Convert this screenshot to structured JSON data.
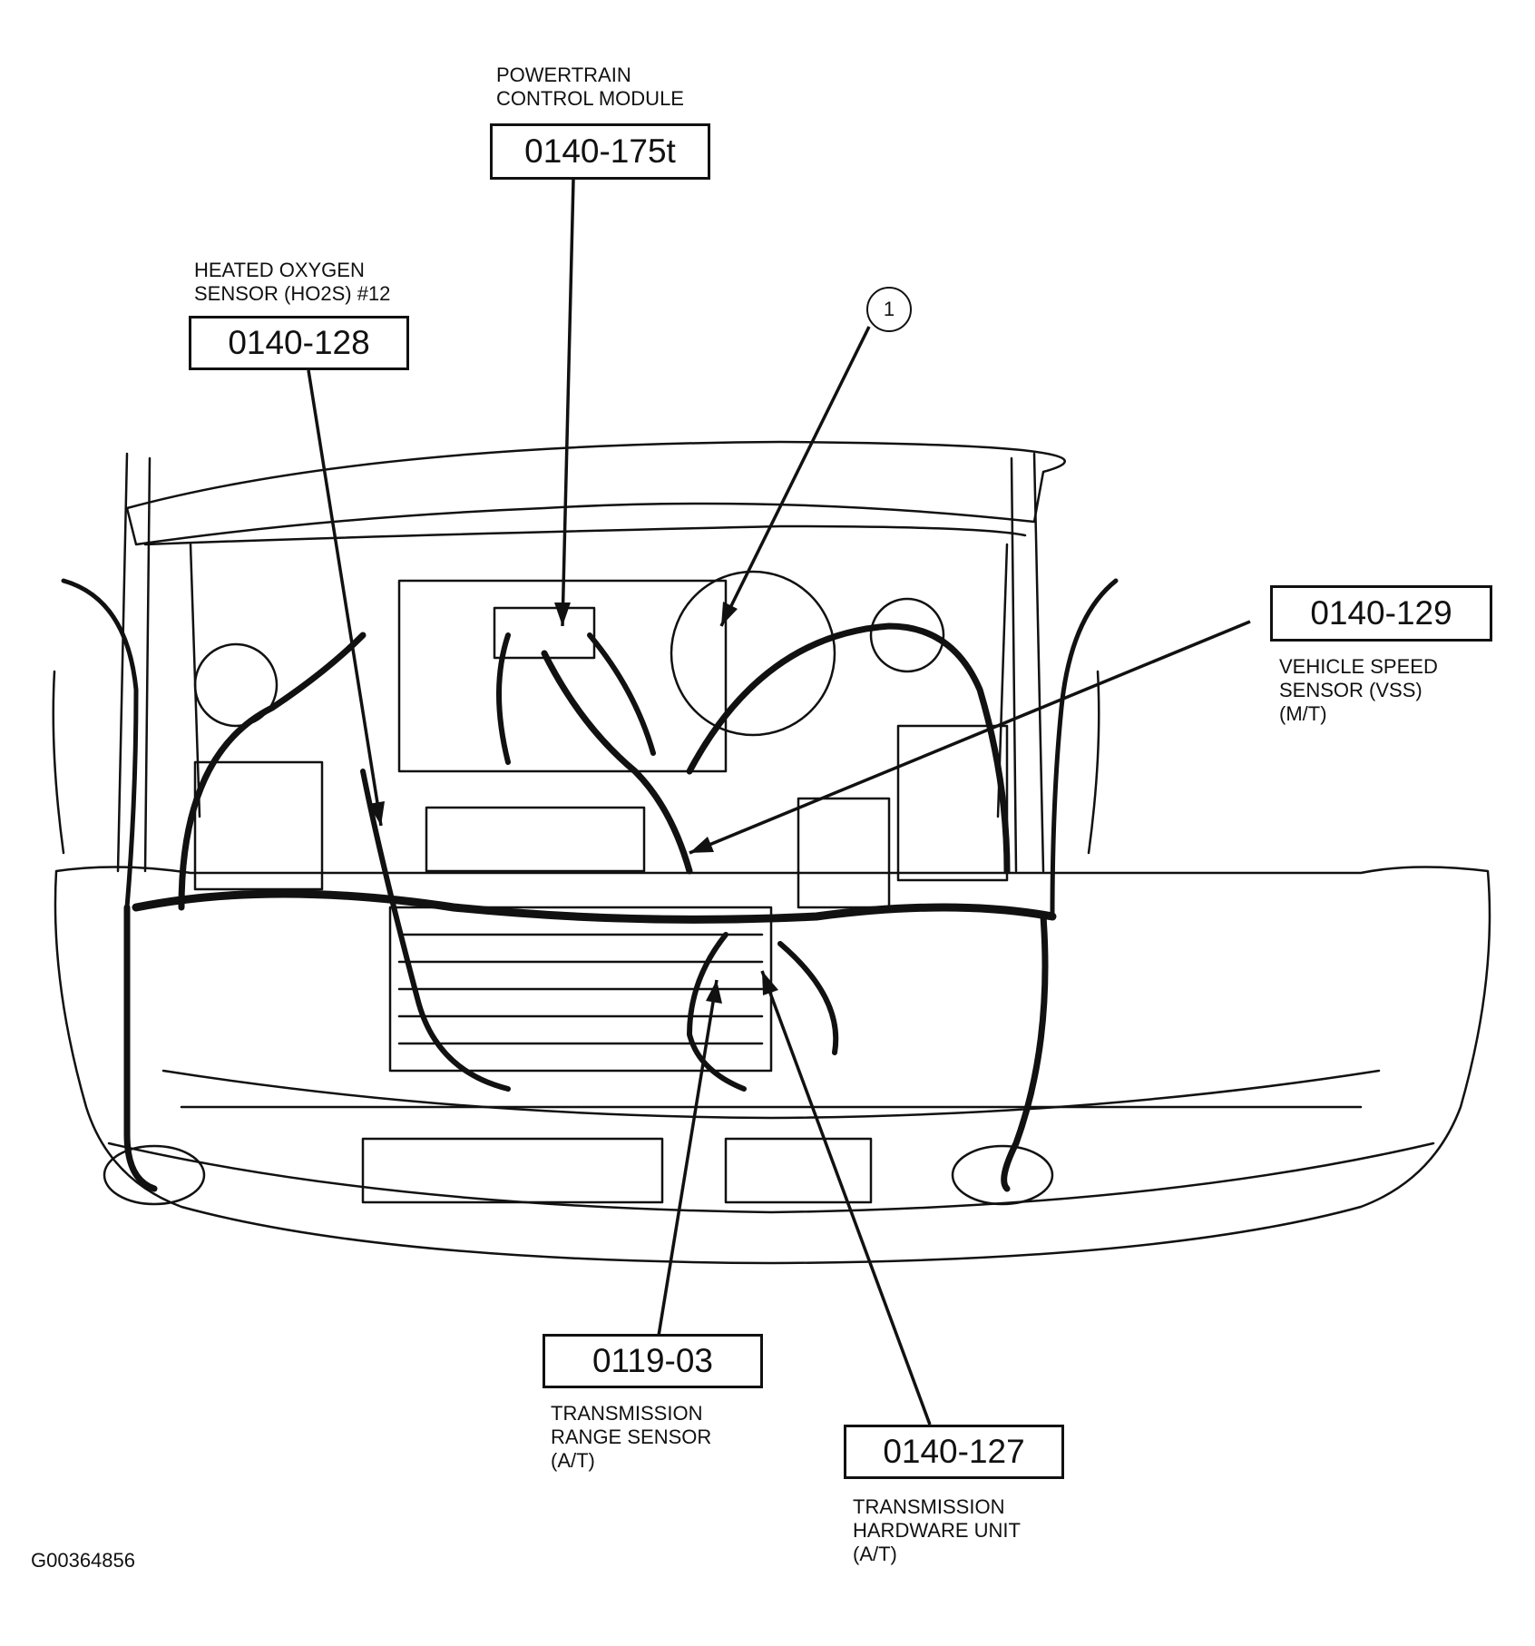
{
  "figure_id": "G00364856",
  "callout_circle": "1",
  "components": [
    {
      "id": "pcm",
      "label": "POWERTRAIN\nCONTROL MODULE",
      "code": "0140-175t"
    },
    {
      "id": "ho2s",
      "label": "HEATED OXYGEN\nSENSOR (HO2S) #12",
      "code": "0140-128"
    },
    {
      "id": "vss",
      "label": "VEHICLE SPEED\nSENSOR (VSS)\n(M/T)",
      "code": "0140-129"
    },
    {
      "id": "trs",
      "label": "TRANSMISSION\nRANGE SENSOR\n(A/T)",
      "code": "0119-03"
    },
    {
      "id": "thu",
      "label": "TRANSMISSION\nHARDWARE UNIT\n(A/T)",
      "code": "0140-127"
    }
  ],
  "colors": {
    "ink": "#111111",
    "background": "#ffffff"
  }
}
